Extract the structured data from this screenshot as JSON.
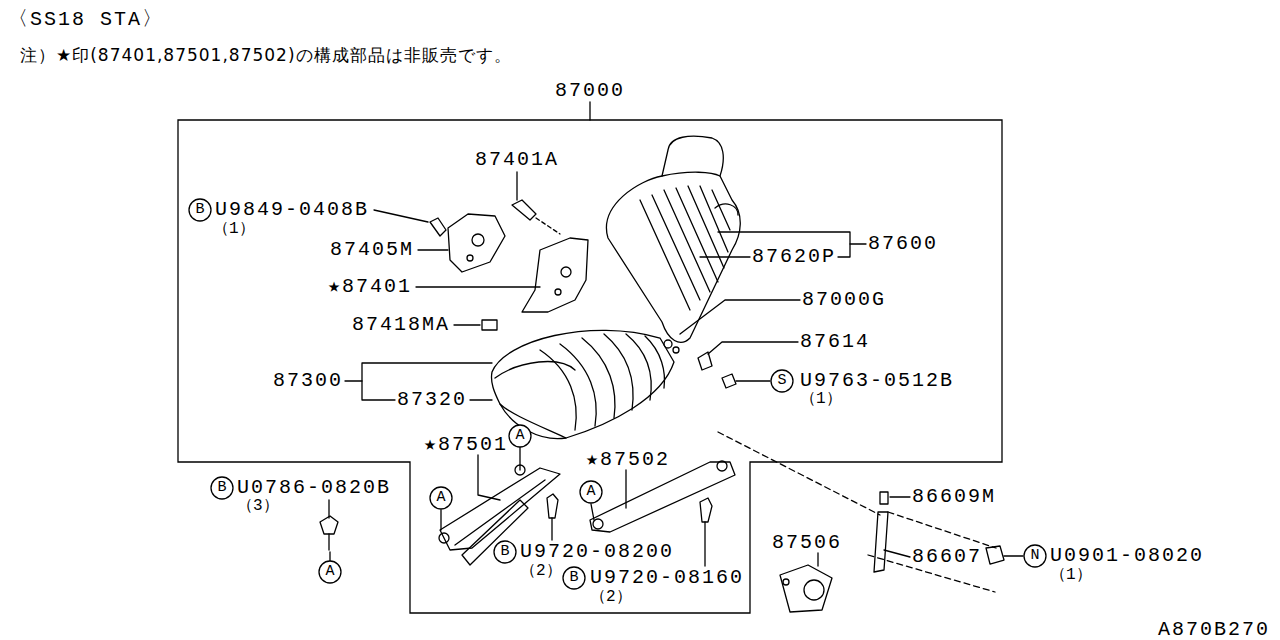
{
  "diagram": {
    "title": "〈SS18 STA〉",
    "nodes": [
      {
        "text": [
          "87000"
        ]
      },
      {
        "text": [
          "B"
        ],
        "in": 0
      },
      {
        "text": [
          "A"
        ],
        "in": 0
      },
      {
        "text": [
          "A"
        ],
        "in": 0
      },
      {
        "text": [
          "A"
        ],
        "in": 0
      },
      {
        "text": [
          "B"
        ],
        "in": 0
      },
      {
        "text": [
          "B"
        ],
        "in": 0
      },
      {
        "text": [
          "S"
        ],
        "in": 0
      },
      {
        "text": [
          "B"
        ]
      },
      {
        "text": [
          "A"
        ]
      },
      {
        "text": [
          "N"
        ]
      }
    ],
    "labels": [
      "注）★印(87401,87501,87502)の構成部品は非販売です。",
      "87401A",
      "U9849-0408B",
      "（1）",
      "87405M",
      "★87401",
      "87418MA",
      "87300",
      "87320",
      "87620P",
      "87600",
      "87000G",
      "87614",
      "U9763-0512B",
      "（1）",
      "★87501",
      "★87502",
      "U0786-0820B",
      "（3）",
      "U9720-08200",
      "（2）",
      "U9720-08160",
      "（2）",
      "87506",
      "86609M",
      "86607",
      "U0901-08020",
      "（1）",
      "A870B270"
    ]
  }
}
